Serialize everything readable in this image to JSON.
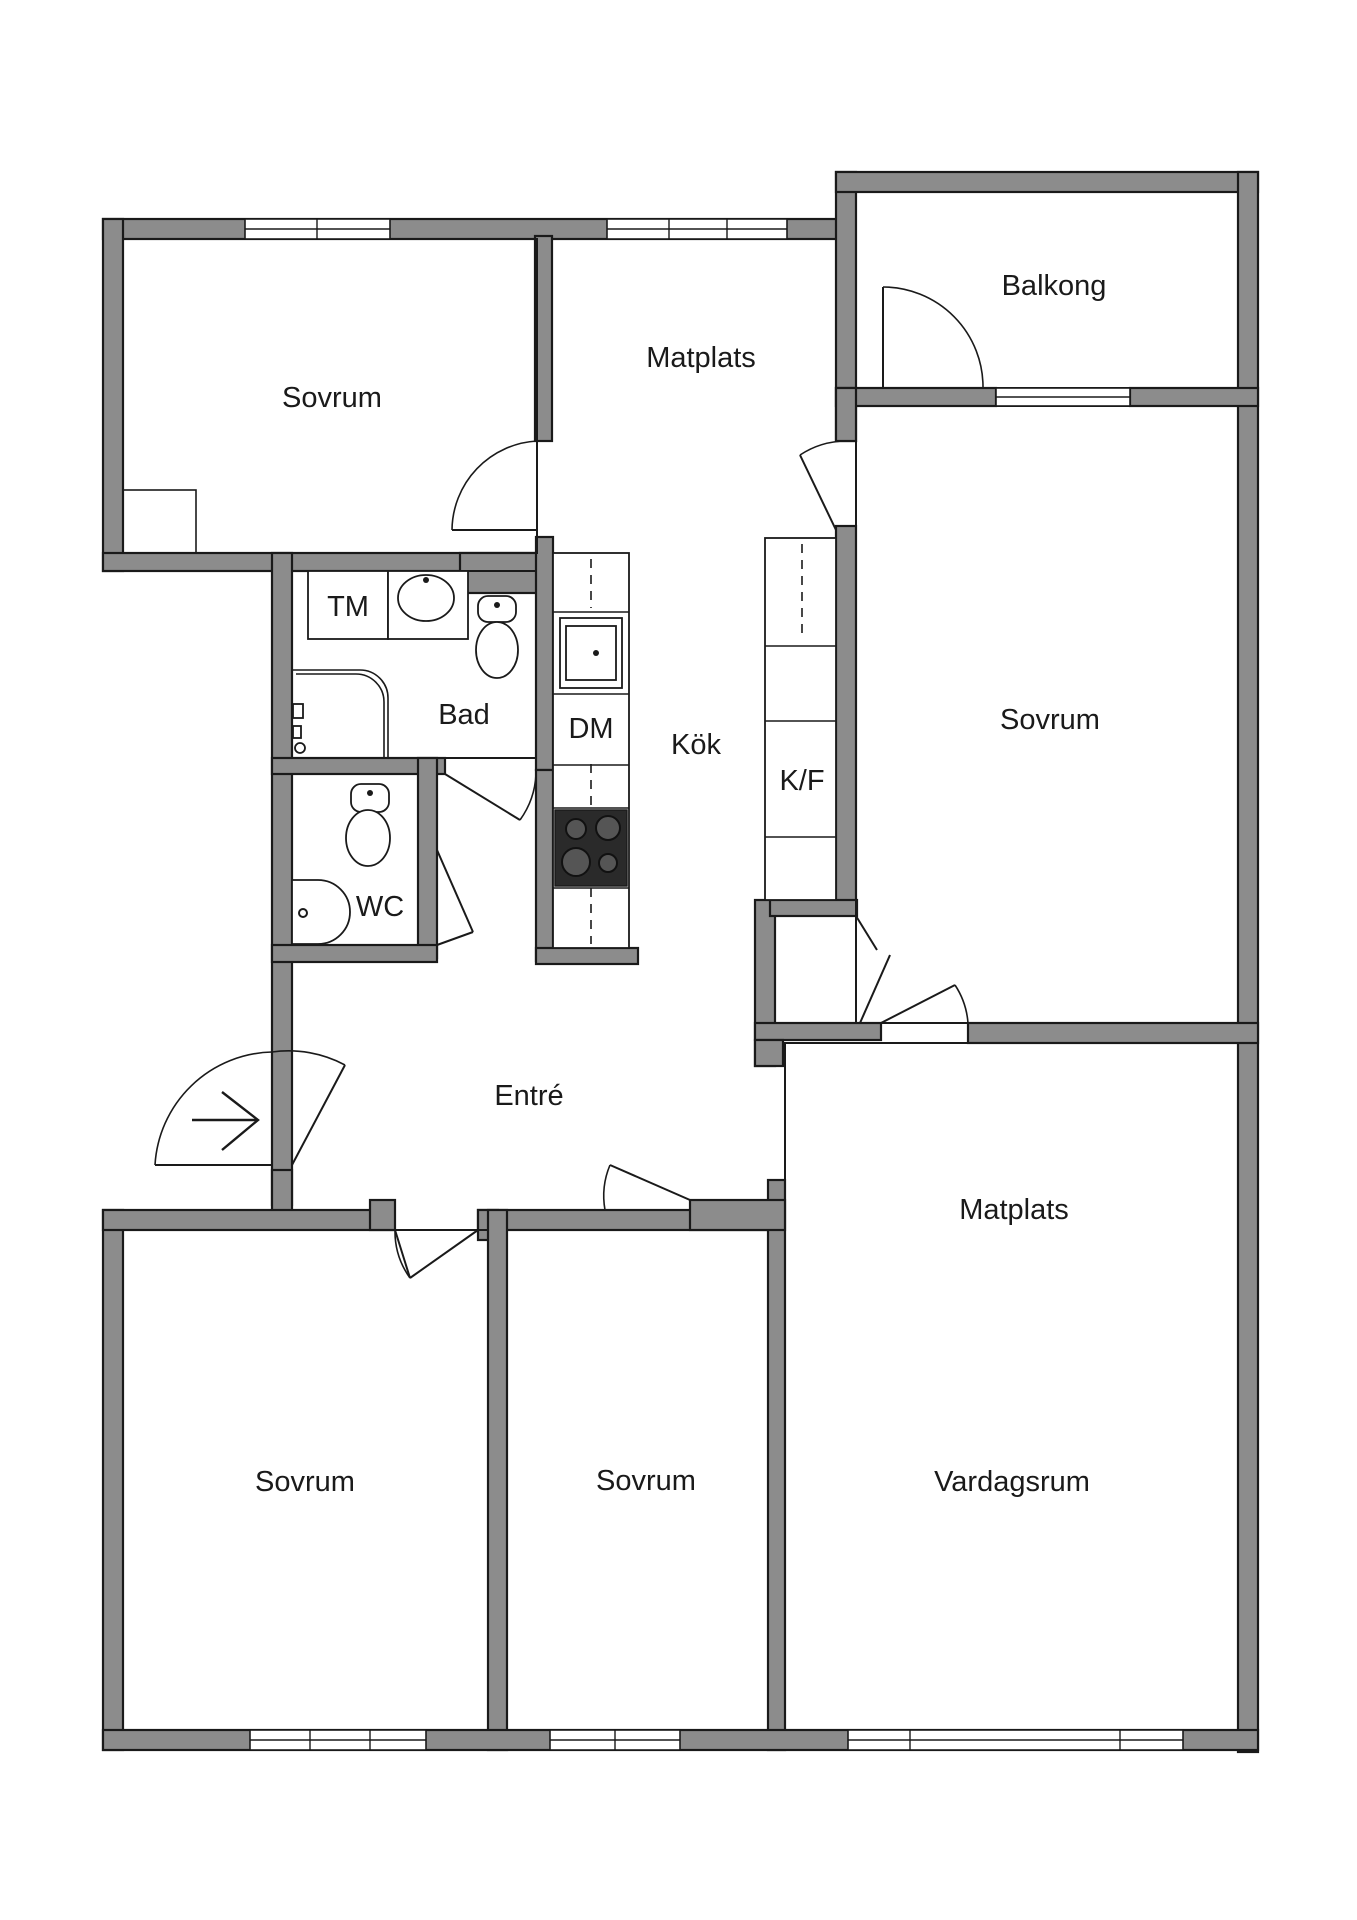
{
  "rooms": {
    "sovrum_top_left": "Sovrum",
    "matplats_top": "Matplats",
    "balkong": "Balkong",
    "sovrum_right": "Sovrum",
    "bad": "Bad",
    "tm": "TM",
    "dm": "DM",
    "kok": "Kök",
    "kf": "K/F",
    "wc": "WC",
    "entre": "Entré",
    "matplats_right": "Matplats",
    "sovrum_bottom_left": "Sovrum",
    "sovrum_bottom_mid": "Sovrum",
    "vardagsrum": "Vardagsrum"
  },
  "icons": {
    "entrance": "entrance-arrow-icon",
    "toilet": "toilet-icon",
    "sink": "sink-icon",
    "stove": "stove-icon",
    "shower": "shower-icon"
  },
  "colors": {
    "wall": "#8c8c8c",
    "line": "#1a1a1a",
    "background": "#ffffff"
  }
}
